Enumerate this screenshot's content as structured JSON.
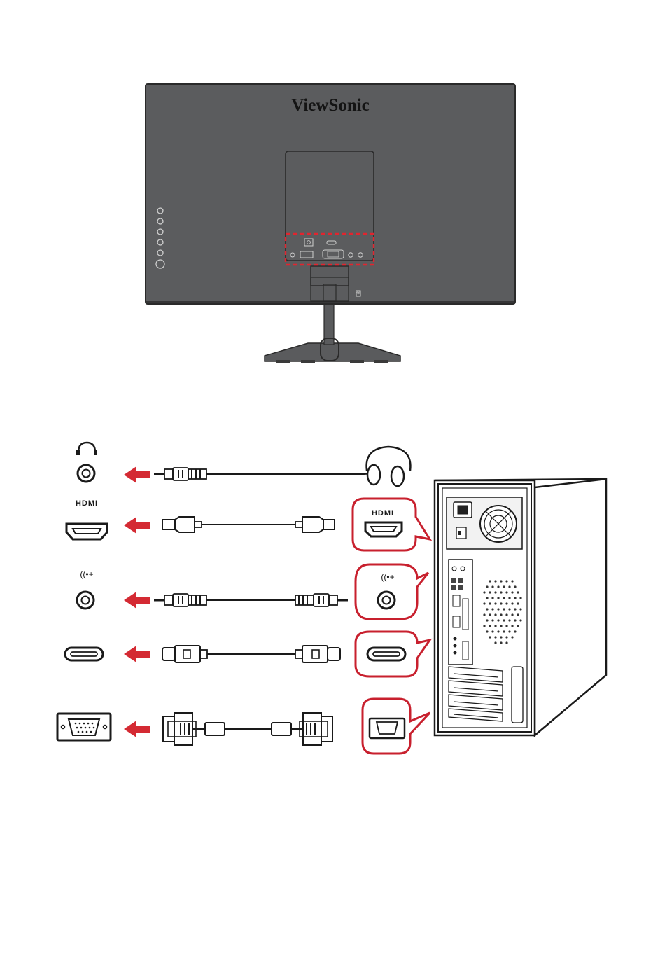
{
  "monitor": {
    "brand": "ViewSonic",
    "body_color": "#5b5c5e",
    "highlight_color": "#e1252f"
  },
  "connections": [
    {
      "name": "headphone",
      "monitor_port_label": "",
      "icon": "headphones-icon",
      "cable": "3.5mm-audio"
    },
    {
      "name": "hdmi",
      "monitor_port_label": "HDMI",
      "icon": "hdmi-port-icon",
      "cable": "hdmi",
      "pc_port_label": "HDMI"
    },
    {
      "name": "audio-in",
      "monitor_port_label": "",
      "icon": "audio-in-icon",
      "cable": "3.5mm-audio"
    },
    {
      "name": "usb-c",
      "monitor_port_label": "",
      "icon": "usb-c-port-icon",
      "cable": "usb-c"
    },
    {
      "name": "vga",
      "monitor_port_label": "",
      "icon": "vga-port-icon",
      "cable": "vga"
    }
  ],
  "colors": {
    "callout": "#c8202e",
    "arrow": "#d42a33",
    "line": "#1a1a1a"
  }
}
